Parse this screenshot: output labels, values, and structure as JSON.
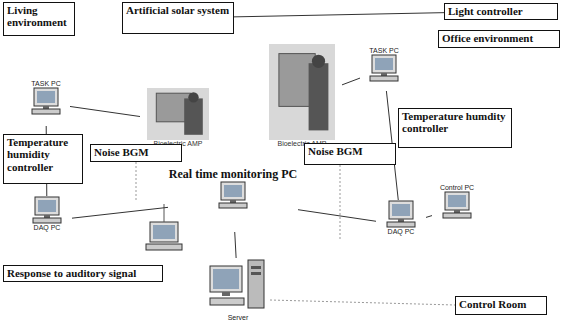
{
  "diagram": {
    "nodes": [
      {
        "text": [
          "Living environment"
        ]
      },
      {
        "text": [
          "Artificial solar system"
        ]
      },
      {
        "text": [
          "Light controller"
        ]
      },
      {
        "text": [
          "Office environment"
        ]
      },
      {
        "text": [
          "TASK PC"
        ]
      },
      {
        "text": [
          "TASK PC"
        ]
      },
      {
        "text": [
          "Bioelectric AMP"
        ]
      },
      {
        "text": [
          "Bioelectric AMP"
        ]
      },
      {
        "text": [
          "Temperature humidity controller"
        ]
      },
      {
        "text": [
          "Noise BGM"
        ]
      },
      {
        "text": [
          "Noise BGM"
        ]
      },
      {
        "text": [
          "Temperature humdity controller"
        ]
      },
      {
        "text": [
          "Real time monitoring PC"
        ]
      },
      {
        "text": [
          "DAQ PC"
        ]
      },
      {
        "text": [
          "DAQ PC"
        ]
      },
      {
        "text": [
          "Control PC"
        ]
      },
      {
        "text": [
          "Response to auditory signal"
        ]
      },
      {
        "text": [
          "Server"
        ]
      },
      {
        "text": [
          "Control Room"
        ]
      }
    ],
    "edges": [
      {
        "from": 1,
        "to": 2,
        "arrow": "none"
      },
      {
        "from": 4,
        "to": 13,
        "arrow": "none"
      },
      {
        "from": 5,
        "to": 14,
        "arrow": "none"
      },
      {
        "from": 6,
        "to": 4,
        "arrow": "none"
      },
      {
        "from": 7,
        "to": 5,
        "arrow": "none"
      },
      {
        "from": 13,
        "to": 12,
        "arrow": "none"
      },
      {
        "from": 12,
        "to": 14,
        "arrow": "none"
      },
      {
        "from": 14,
        "to": 15,
        "arrow": "none"
      },
      {
        "from": 12,
        "to": 17,
        "arrow": "none"
      }
    ]
  }
}
